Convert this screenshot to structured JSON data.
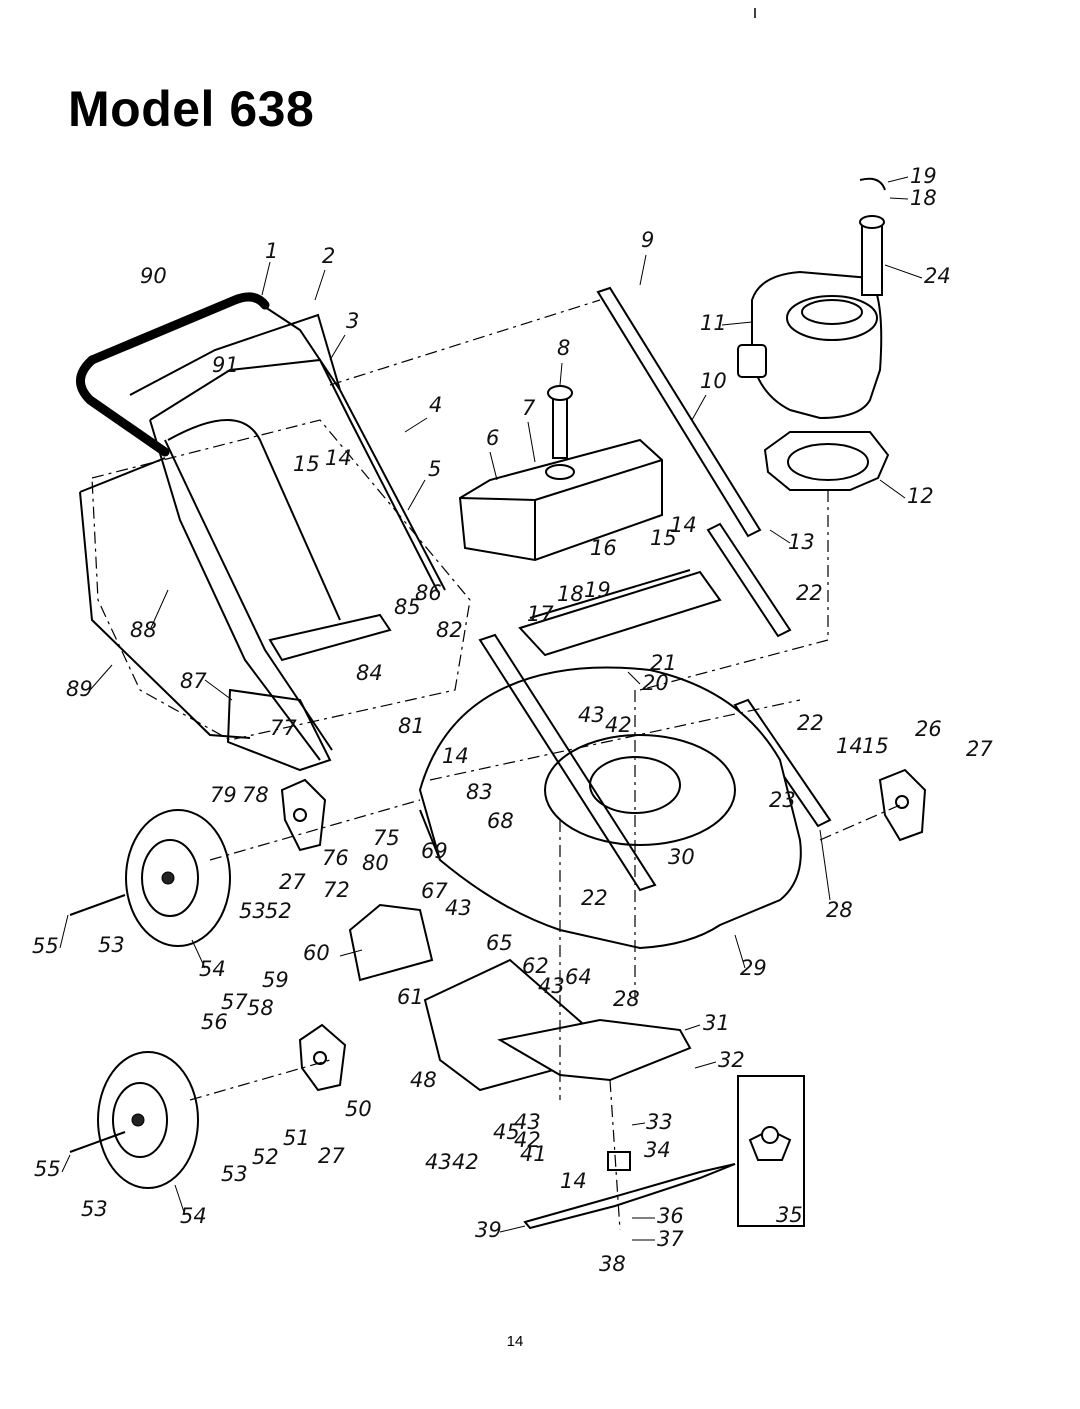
{
  "title": "Model 638",
  "page_number": "14",
  "callouts": [
    {
      "id": "p1",
      "text": "1"
    },
    {
      "id": "p2",
      "text": "2"
    },
    {
      "id": "p3",
      "text": "3"
    },
    {
      "id": "p4",
      "text": "4"
    },
    {
      "id": "p5",
      "text": "5"
    },
    {
      "id": "p6",
      "text": "6"
    },
    {
      "id": "p7",
      "text": "7"
    },
    {
      "id": "p8",
      "text": "8"
    },
    {
      "id": "p9",
      "text": "9"
    },
    {
      "id": "p10",
      "text": "10"
    },
    {
      "id": "p11",
      "text": "11"
    },
    {
      "id": "p12",
      "text": "12"
    },
    {
      "id": "p13",
      "text": "13"
    },
    {
      "id": "p14a",
      "text": "14"
    },
    {
      "id": "p14b",
      "text": "14"
    },
    {
      "id": "p14c",
      "text": "14"
    },
    {
      "id": "p14d",
      "text": "14"
    },
    {
      "id": "p14e",
      "text": "14"
    },
    {
      "id": "p15a",
      "text": "15"
    },
    {
      "id": "p15b",
      "text": "15"
    },
    {
      "id": "p15c",
      "text": "15"
    },
    {
      "id": "p16",
      "text": "16"
    },
    {
      "id": "p17",
      "text": "17"
    },
    {
      "id": "p18a",
      "text": "18"
    },
    {
      "id": "p18b",
      "text": "18"
    },
    {
      "id": "p19a",
      "text": "19"
    },
    {
      "id": "p19b",
      "text": "19"
    },
    {
      "id": "p20",
      "text": "20"
    },
    {
      "id": "p21",
      "text": "21"
    },
    {
      "id": "p22a",
      "text": "22"
    },
    {
      "id": "p22b",
      "text": "22"
    },
    {
      "id": "p22c",
      "text": "22"
    },
    {
      "id": "p23",
      "text": "23"
    },
    {
      "id": "p24",
      "text": "24"
    },
    {
      "id": "p26",
      "text": "26"
    },
    {
      "id": "p27a",
      "text": "27"
    },
    {
      "id": "p27b",
      "text": "27"
    },
    {
      "id": "p27c",
      "text": "27"
    },
    {
      "id": "p28a",
      "text": "28"
    },
    {
      "id": "p28b",
      "text": "28"
    },
    {
      "id": "p29",
      "text": "29"
    },
    {
      "id": "p30",
      "text": "30"
    },
    {
      "id": "p31",
      "text": "31"
    },
    {
      "id": "p32",
      "text": "32"
    },
    {
      "id": "p33",
      "text": "33"
    },
    {
      "id": "p34",
      "text": "34"
    },
    {
      "id": "p35",
      "text": "35"
    },
    {
      "id": "p36",
      "text": "36"
    },
    {
      "id": "p37",
      "text": "37"
    },
    {
      "id": "p38",
      "text": "38"
    },
    {
      "id": "p39",
      "text": "39"
    },
    {
      "id": "p41",
      "text": "41"
    },
    {
      "id": "p42a",
      "text": "42"
    },
    {
      "id": "p42b",
      "text": "42"
    },
    {
      "id": "p42c",
      "text": "42"
    },
    {
      "id": "p43a",
      "text": "43"
    },
    {
      "id": "p43b",
      "text": "43"
    },
    {
      "id": "p43c",
      "text": "43"
    },
    {
      "id": "p43d",
      "text": "43"
    },
    {
      "id": "p43e",
      "text": "43"
    },
    {
      "id": "p45",
      "text": "45"
    },
    {
      "id": "p48",
      "text": "48"
    },
    {
      "id": "p50",
      "text": "50"
    },
    {
      "id": "p51",
      "text": "51"
    },
    {
      "id": "p52a",
      "text": "52"
    },
    {
      "id": "p52b",
      "text": "52"
    },
    {
      "id": "p53a",
      "text": "53"
    },
    {
      "id": "p53b",
      "text": "53"
    },
    {
      "id": "p53c",
      "text": "53"
    },
    {
      "id": "p53d",
      "text": "53"
    },
    {
      "id": "p54a",
      "text": "54"
    },
    {
      "id": "p54b",
      "text": "54"
    },
    {
      "id": "p55a",
      "text": "55"
    },
    {
      "id": "p55b",
      "text": "55"
    },
    {
      "id": "p56",
      "text": "56"
    },
    {
      "id": "p57",
      "text": "57"
    },
    {
      "id": "p58",
      "text": "58"
    },
    {
      "id": "p59",
      "text": "59"
    },
    {
      "id": "p60",
      "text": "60"
    },
    {
      "id": "p61",
      "text": "61"
    },
    {
      "id": "p62",
      "text": "62"
    },
    {
      "id": "p64",
      "text": "64"
    },
    {
      "id": "p65",
      "text": "65"
    },
    {
      "id": "p67",
      "text": "67"
    },
    {
      "id": "p68",
      "text": "68"
    },
    {
      "id": "p69",
      "text": "69"
    },
    {
      "id": "p72",
      "text": "72"
    },
    {
      "id": "p75",
      "text": "75"
    },
    {
      "id": "p76",
      "text": "76"
    },
    {
      "id": "p77",
      "text": "77"
    },
    {
      "id": "p78",
      "text": "78"
    },
    {
      "id": "p79",
      "text": "79"
    },
    {
      "id": "p80",
      "text": "80"
    },
    {
      "id": "p81",
      "text": "81"
    },
    {
      "id": "p82",
      "text": "82"
    },
    {
      "id": "p83",
      "text": "83"
    },
    {
      "id": "p84",
      "text": "84"
    },
    {
      "id": "p85",
      "text": "85"
    },
    {
      "id": "p86",
      "text": "86"
    },
    {
      "id": "p87",
      "text": "87"
    },
    {
      "id": "p88",
      "text": "88"
    },
    {
      "id": "p89",
      "text": "89"
    },
    {
      "id": "p90",
      "text": "90"
    },
    {
      "id": "p91",
      "text": "91"
    }
  ]
}
